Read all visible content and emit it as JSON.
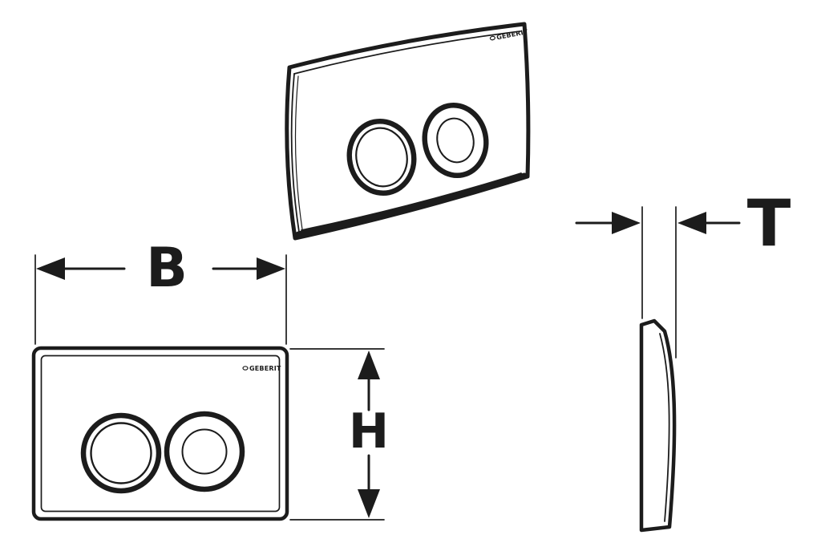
{
  "diagram": {
    "brand": "GEBERIT",
    "dimension_labels": {
      "width": "B",
      "height": "H",
      "thickness": "T"
    },
    "colors": {
      "line": "#1c1c1c",
      "background": "#ffffff"
    }
  }
}
